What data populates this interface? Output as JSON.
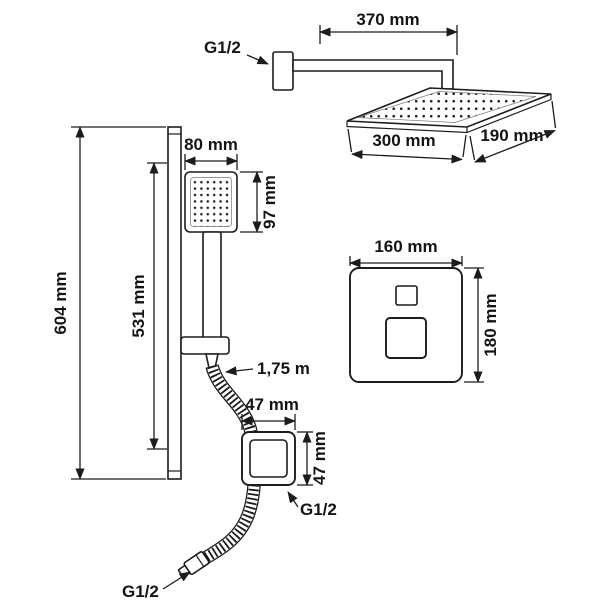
{
  "diagram": {
    "title": "shower-set-technical-drawing",
    "labels": {
      "arm_length": "370 mm",
      "arm_thread": "G1/2",
      "head_width": "300 mm",
      "head_depth": "190 mm",
      "rail_total": "604 mm",
      "rail_bar": "531 mm",
      "hand_width": "80 mm",
      "hand_height": "97 mm",
      "hose_length": "1,75 m",
      "hose_thread": "G1/2",
      "valve_width": "160 mm",
      "valve_height": "180 mm",
      "outlet_width": "47 mm",
      "outlet_height": "47 mm",
      "outlet_thread": "G1/2"
    },
    "colors": {
      "line": "#1c1c1c",
      "background": "#ffffff"
    }
  }
}
